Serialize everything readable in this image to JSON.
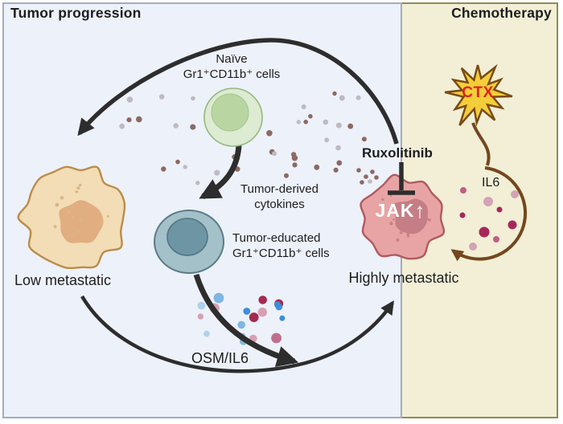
{
  "panels": {
    "left": {
      "title": "Tumor progression",
      "bg": "#edf1f9",
      "border": "#a4abc4"
    },
    "right": {
      "title": "Chemotherapy",
      "bg": "#f2efd6",
      "border": "#8d8b53"
    }
  },
  "labels": {
    "naive_line1": "Naïve",
    "naive_line2": "Gr1⁺CD11b⁺ cells",
    "tumor_derived_line1": "Tumor-derived",
    "tumor_derived_line2": "cytokines",
    "tumor_educated_line1": "Tumor-educated",
    "tumor_educated_line2": "Gr1⁺CD11b⁺ cells",
    "low_metastatic": "Low metastatic",
    "highly_metastatic": "Highly metastatic",
    "osm_il6": "OSM/IL6",
    "ruxolitinib": "Ruxolitinib",
    "il6": "IL6",
    "jak": "JAK",
    "jak_arrow": "↑",
    "ctx": "CTX"
  },
  "colors": {
    "arrow_black": "#2d2d2d",
    "arrow_brown": "#74471d",
    "ctx_text": "#e2201d",
    "star_fill": "#f4ce39",
    "star_stroke": "#7a4b15",
    "naive_cell": {
      "body": "#dcebd1",
      "border": "#94b87f",
      "nucleus": "#b9d6a2",
      "nucleus_border": "#a6c48e"
    },
    "educated_cell": {
      "body": "#a4c0c8",
      "border": "#5b7c8a",
      "nucleus": "#6e95a3",
      "nucleus_border": "#527687"
    },
    "low_cell": {
      "body": "#f2ddb6",
      "border": "#bc8c4a",
      "nucleus": "#e0ae80",
      "speckle": "#dcb488"
    },
    "high_cell": {
      "body": "#e8a4a4",
      "border": "#b05a60",
      "nucleus": "#c57e85",
      "speckle": "#ca8186"
    },
    "cytokine_dot_colors": [
      "#8b6a63",
      "#bfbac2"
    ],
    "osm_dot_colors": [
      "#3c8ed8",
      "#7fb6e2",
      "#aed2ec",
      "#a42a50",
      "#c06e8e",
      "#d8a0b5"
    ],
    "il6_dot_colors": [
      "#a8275a",
      "#c05e84",
      "#d3a3b6"
    ]
  }
}
